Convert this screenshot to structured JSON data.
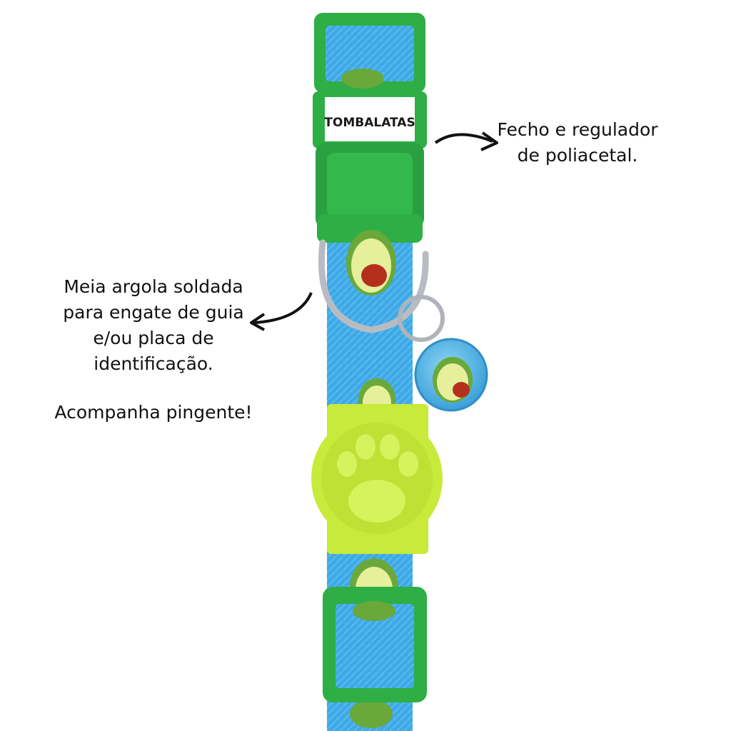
{
  "brand": {
    "logo_text": "TOMBALATAS"
  },
  "callouts": {
    "buckle": {
      "line1": "Fecho e regulador",
      "line2": "de poliacetal."
    },
    "ring": {
      "line1": "Meia argola soldada",
      "line2": "para engate de guia",
      "line3": "e/ou placa de",
      "line4": "identificação."
    },
    "extra": "Acompanha pingente!"
  },
  "colors": {
    "strap": "#3fa9e6",
    "buckle": "#2eae45",
    "keeper": "#c8ea3a",
    "avocado_skin": "#6aa83a",
    "avocado_flesh": "#e6ef9c",
    "avocado_seed": "#b5301c"
  }
}
